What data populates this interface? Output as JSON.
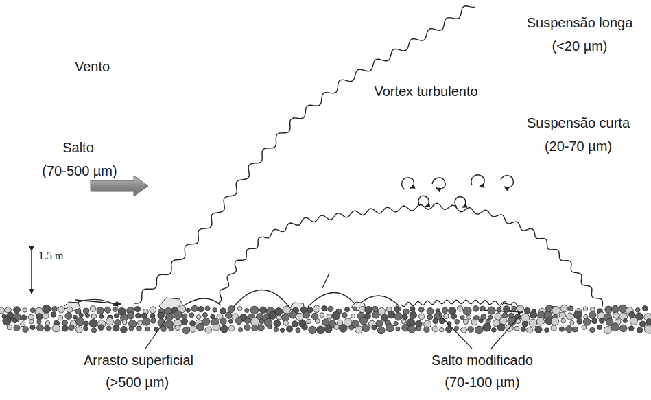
{
  "diagram": {
    "labels": [
      "Suspensão longa",
      "(<20 µm)",
      "Vento",
      "Vortex turbulento",
      "Suspensão curta",
      "(20-70 µm)",
      "Salto",
      "(70-500 µm)",
      "1.5 m",
      "Arrasto superficial",
      "(>500 µm)",
      "Salto modificado",
      "(70-100 µm)"
    ]
  }
}
